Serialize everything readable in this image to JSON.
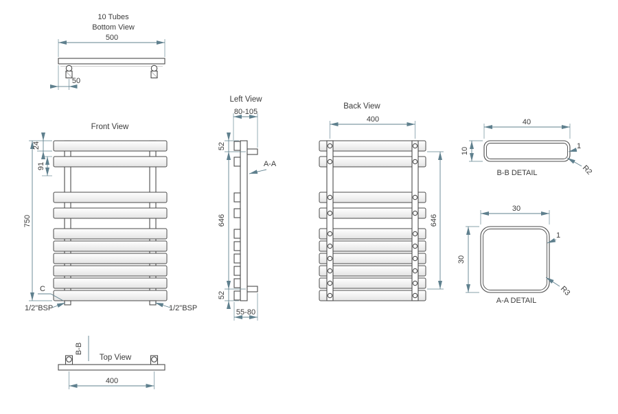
{
  "drawing": {
    "background": "#ffffff",
    "colors": {
      "dimension": "#5f808e",
      "outline": "#4a4a4a",
      "text": "#3a3a3a"
    },
    "bottom_view": {
      "title_line1": "10 Tubes",
      "title_line2": "Bottom View",
      "dim_width": "500",
      "dim_valve_offset": "50"
    },
    "front_view": {
      "title": "Front View",
      "dim_total_height": "750",
      "dim_top_tube": "24",
      "dim_tube_gap": "91",
      "detail_label": "C",
      "connection_left": "1/2\"BSP",
      "connection_right": "1/2\"BSP"
    },
    "left_view": {
      "title": "Left View",
      "dim_depth_top": "80-105",
      "dim_bracket_top": "52",
      "section_label": "A-A",
      "dim_bracket_span": "646",
      "dim_bracket_bottom": "52",
      "dim_depth_bottom": "55-80"
    },
    "back_view": {
      "title": "Back View",
      "dim_rail_centres": "400",
      "dim_bracket_span": "646"
    },
    "bb_detail": {
      "dim_width": "40",
      "dim_height": "10",
      "dim_wall": "1",
      "dim_radius": "R2",
      "label": "B-B DETAIL"
    },
    "aa_detail": {
      "dim_width": "30",
      "dim_height": "30",
      "dim_wall": "1",
      "dim_radius": "R3",
      "label": "A-A DETAIL"
    },
    "top_view": {
      "title": "Top View",
      "section_label": "B-B",
      "dim_rail_centres": "400"
    }
  }
}
